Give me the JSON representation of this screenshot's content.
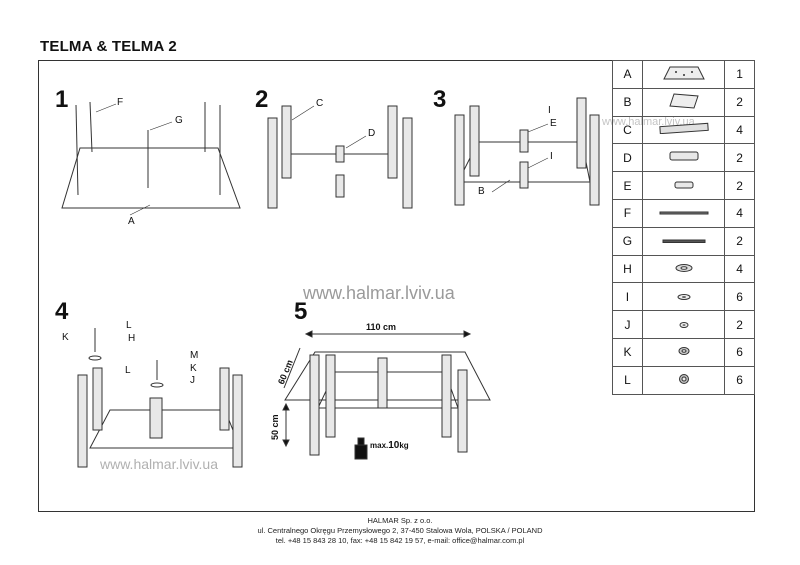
{
  "title": "TELMA & TELMA 2",
  "steps": [
    "1",
    "2",
    "3",
    "4",
    "5"
  ],
  "labels": {
    "s1": {
      "F": "F",
      "G": "G",
      "A": "A"
    },
    "s2": {
      "C": "C",
      "D": "D"
    },
    "s3": {
      "I1": "I",
      "E": "E",
      "I2": "I",
      "B": "B"
    },
    "s4": {
      "K1": "K",
      "L1": "L",
      "H": "H",
      "M": "M",
      "L2": "L",
      "K2": "K",
      "J": "J"
    }
  },
  "dimensions": {
    "width": "110 cm",
    "depth": "60 cm",
    "height": "50 cm",
    "max_load_prefix": "max.",
    "max_load_value": "10",
    "max_load_unit": "kg"
  },
  "watermarks": {
    "center": "www.halmar.lviv.ua",
    "bottom": "www.halmar.lviv.ua",
    "table": "www.halmar.lviv.ua"
  },
  "parts": [
    {
      "letter": "A",
      "qty": "1",
      "icon": "glass-top-icon"
    },
    {
      "letter": "B",
      "qty": "2",
      "icon": "glass-shelf-icon"
    },
    {
      "letter": "C",
      "qty": "4",
      "icon": "leg-tube-icon"
    },
    {
      "letter": "D",
      "qty": "2",
      "icon": "connector-tube-icon"
    },
    {
      "letter": "E",
      "qty": "2",
      "icon": "short-tube-icon"
    },
    {
      "letter": "F",
      "qty": "4",
      "icon": "long-rod-icon"
    },
    {
      "letter": "G",
      "qty": "2",
      "icon": "short-rod-icon"
    },
    {
      "letter": "H",
      "qty": "4",
      "icon": "large-washer-icon"
    },
    {
      "letter": "I",
      "qty": "6",
      "icon": "flat-washer-icon"
    },
    {
      "letter": "J",
      "qty": "2",
      "icon": "small-washer-icon"
    },
    {
      "letter": "K",
      "qty": "6",
      "icon": "nut-icon"
    },
    {
      "letter": "L",
      "qty": "6",
      "icon": "cap-nut-icon"
    }
  ],
  "footer": {
    "company": "HALMAR Sp. z o.o.",
    "address": "ul. Centralnego Okręgu Przemysłowego 2, 37-450 Stalowa Wola, POLSKA / POLAND",
    "contact": "tel. +48 15 843 28 10, fax: +48 15 842 19 57, e-mail: office@halmar.com.pl"
  }
}
